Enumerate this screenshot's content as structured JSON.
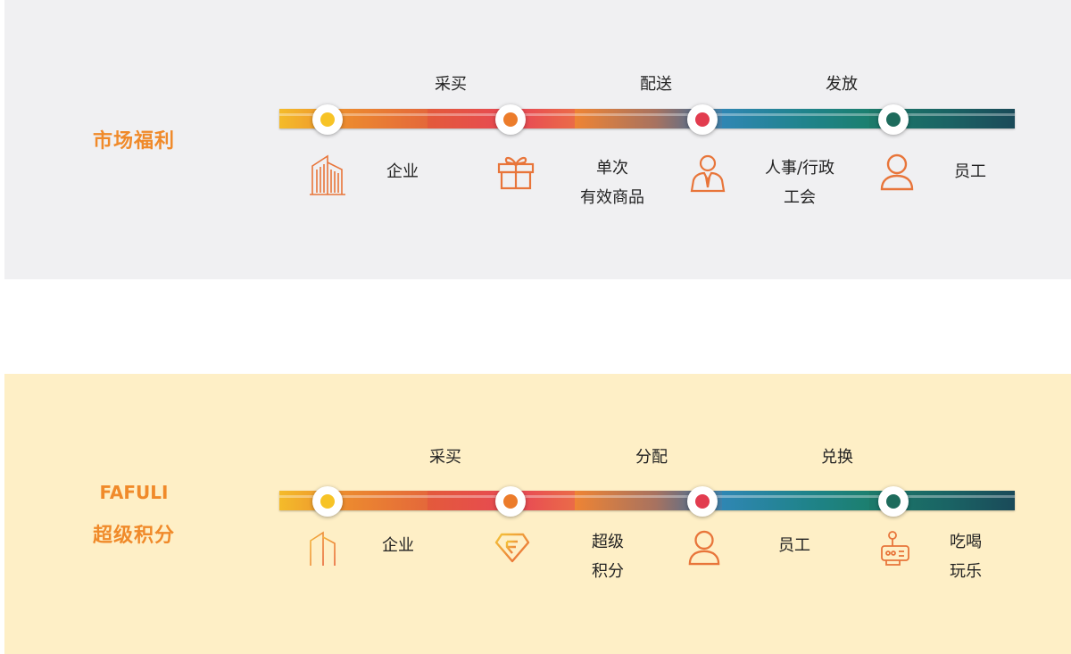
{
  "colors": {
    "accent": "#f08a2a",
    "icon": "#e8753a",
    "dot_yellow": "#f7c326",
    "dot_orange": "#ec7c2b",
    "dot_red": "#e23c4f",
    "dot_teal": "#1d6b5c"
  },
  "top": {
    "title": "市场福利",
    "top_labels": [
      "采买",
      "配送",
      "发放"
    ],
    "items": [
      {
        "icon": "building-icon",
        "lines": [
          "企业"
        ]
      },
      {
        "icon": "gift-icon",
        "lines": [
          "单次",
          "有效商品"
        ]
      },
      {
        "icon": "manager-icon",
        "lines": [
          "人事/行政",
          "工会"
        ]
      },
      {
        "icon": "person-icon",
        "lines": [
          "员工"
        ]
      }
    ]
  },
  "bottom": {
    "title_en": "FAFULI",
    "title_cn": "超级积分",
    "top_labels": [
      "采买",
      "分配",
      "兑换"
    ],
    "items": [
      {
        "icon": "building-icon",
        "lines": [
          "企业"
        ]
      },
      {
        "icon": "diamond-badge-icon",
        "lines": [
          "超级",
          "积分"
        ]
      },
      {
        "icon": "person-icon",
        "lines": [
          "员工"
        ]
      },
      {
        "icon": "game-controller-icon",
        "lines": [
          "吃喝",
          "玩乐"
        ]
      }
    ]
  }
}
